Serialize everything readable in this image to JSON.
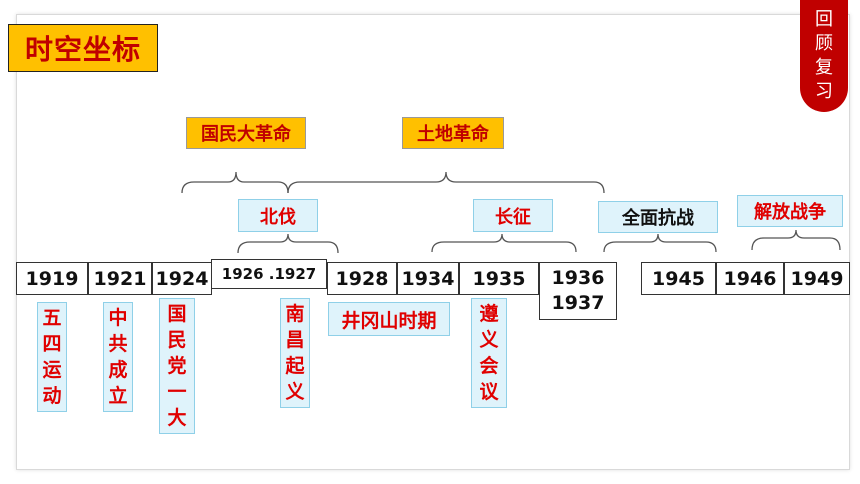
{
  "title": "时空坐标",
  "review_tab": [
    "回",
    "顾",
    "复",
    "习"
  ],
  "periods": {
    "national_revolution": "国民大革命",
    "land_revolution": "土地革命"
  },
  "events_top": {
    "northern_expedition": "北伐",
    "long_march": "长征",
    "anti_japanese_war": "全面抗战",
    "liberation_war": "解放战争"
  },
  "years": {
    "y1919": "1919",
    "y1921": "1921",
    "y1924": "1924",
    "y1926_1927": "1926 .1927",
    "y1928": "1928",
    "y1934": "1934",
    "y1935": "1935",
    "y1936": "1936",
    "y1937": "1937",
    "y1945": "1945",
    "y1946": "1946",
    "y1949": "1949"
  },
  "events_bottom": {
    "may_fourth": [
      "五",
      "四",
      "运",
      "动"
    ],
    "cpc_founded": [
      "中",
      "共",
      "成",
      "立"
    ],
    "kmt_first_congress": [
      "国",
      "民",
      "党",
      "一",
      "大"
    ],
    "nanchang_uprising": [
      "南",
      "昌",
      "起",
      "义"
    ],
    "jinggangshan": "井冈山时期",
    "zunyi_conference": [
      "遵",
      "义",
      "会",
      "议"
    ]
  }
}
